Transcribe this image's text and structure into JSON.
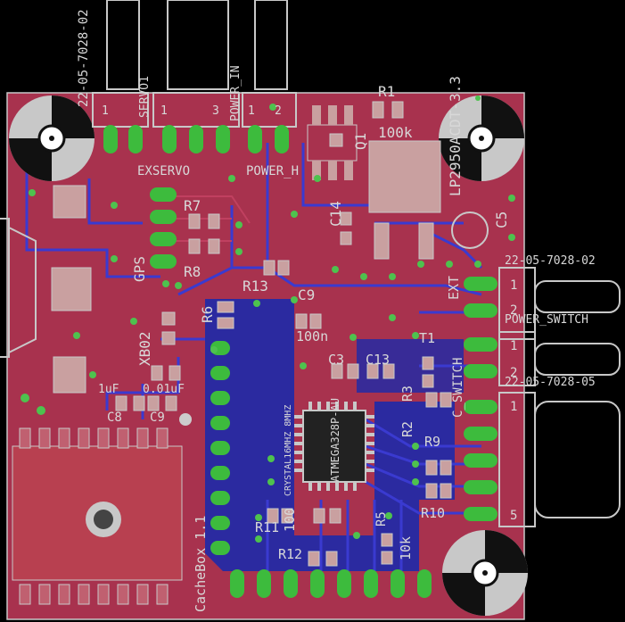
{
  "board": {
    "labels": {
      "conn_top_left_part": "22-05-7028-02",
      "servo_name": "SERVO1",
      "power_in_name": "POWER_IN",
      "ext_servo": "EXSERVO",
      "power_header": "POWER_H",
      "r1": "R1",
      "r1_val": "100k",
      "q1": "Q1",
      "reg_part": "LP2950ACDT-3.3",
      "c5": "C5",
      "r7": "R7",
      "r8": "R8",
      "gps": "GPS",
      "r13": "R13",
      "c9_top": "C9",
      "c14": "C14",
      "r6": "R6",
      "xbee": "XB02",
      "c100n": "100n",
      "c3": "C3",
      "c13": "C13",
      "c1uf": "1uF",
      "c001uf": "0.01uF",
      "c8": "C8",
      "c9": "C9",
      "conn_right_1": "22-05-7028-02",
      "ext": "EXT",
      "power_switch": "POWER_SWITCH",
      "t1": "T1",
      "c_switch": "C_SWITCH",
      "conn_right_2": "22-05-7028-05",
      "r3": "R3",
      "r2": "R2",
      "r9": "R9",
      "r10": "R10",
      "mcu": "ATMEGA328P-AU",
      "cry": "CRYSTAL16MHZ 8MHZ",
      "r11": "R11",
      "r12": "R12",
      "r100": "100",
      "r10k": "10k",
      "r5": "R5",
      "cachebox": "CacheBox 1.1",
      "pin1": "1",
      "pin2": "2",
      "pin3": "3",
      "pin5": "5"
    }
  }
}
